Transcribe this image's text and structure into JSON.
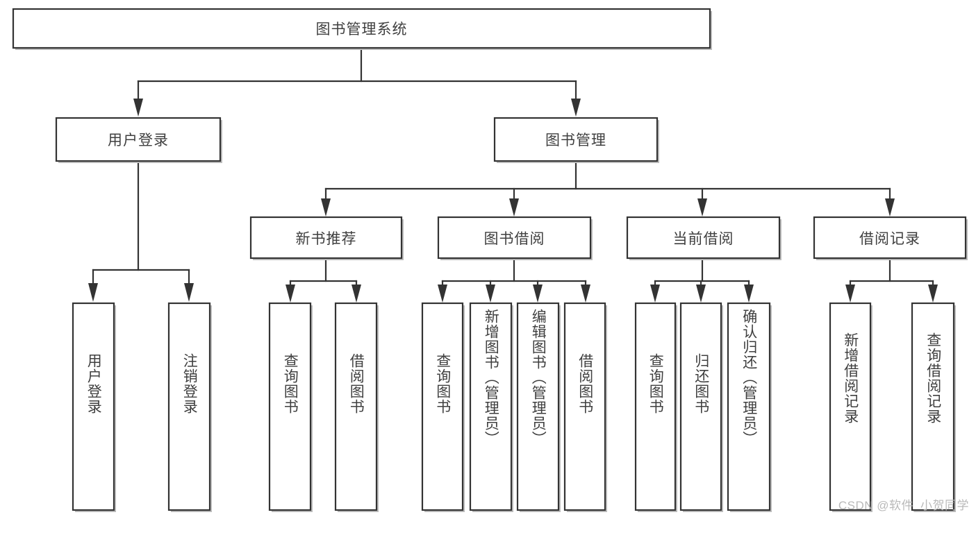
{
  "diagram": {
    "type": "tree-hierarchy-flowchart",
    "title": "图书管理系统",
    "root": {
      "id": "root",
      "label": "图书管理系统",
      "orientation": "horizontal"
    },
    "level1": [
      {
        "id": "user-login",
        "label": "用户登录",
        "orientation": "horizontal"
      },
      {
        "id": "book-manage",
        "label": "图书管理",
        "orientation": "horizontal"
      }
    ],
    "level2": [
      {
        "id": "new-book-recommend",
        "label": "新书推荐",
        "orientation": "horizontal",
        "parent": "book-manage"
      },
      {
        "id": "book-borrow",
        "label": "图书借阅",
        "orientation": "horizontal",
        "parent": "book-manage"
      },
      {
        "id": "current-borrow",
        "label": "当前借阅",
        "orientation": "horizontal",
        "parent": "book-manage"
      },
      {
        "id": "borrow-record",
        "label": "借阅记录",
        "orientation": "horizontal",
        "parent": "book-manage"
      }
    ],
    "leaves": [
      {
        "id": "leaf-user-login",
        "label": "用户登录",
        "orientation": "vertical",
        "parent": "user-login"
      },
      {
        "id": "leaf-logout-login",
        "label": "注销登录",
        "orientation": "vertical",
        "parent": "user-login"
      },
      {
        "id": "leaf-query-book-1",
        "label": "查询图书",
        "orientation": "vertical",
        "parent": "new-book-recommend"
      },
      {
        "id": "leaf-borrow-book-1",
        "label": "借阅图书",
        "orientation": "vertical",
        "parent": "new-book-recommend"
      },
      {
        "id": "leaf-query-book-2",
        "label": "查询图书",
        "orientation": "vertical",
        "parent": "book-borrow"
      },
      {
        "id": "leaf-add-book",
        "label": "新增图书（管理员）",
        "orientation": "vertical",
        "parent": "book-borrow"
      },
      {
        "id": "leaf-edit-book",
        "label": "编辑图书（管理员）",
        "orientation": "vertical",
        "parent": "book-borrow"
      },
      {
        "id": "leaf-borrow-book-2",
        "label": "借阅图书",
        "orientation": "vertical",
        "parent": "book-borrow"
      },
      {
        "id": "leaf-query-book-3",
        "label": "查询图书",
        "orientation": "vertical",
        "parent": "current-borrow"
      },
      {
        "id": "leaf-return-book",
        "label": "归还图书",
        "orientation": "vertical",
        "parent": "current-borrow"
      },
      {
        "id": "leaf-confirm-return",
        "label": "确认归还（管理员）",
        "orientation": "vertical",
        "parent": "current-borrow"
      },
      {
        "id": "leaf-add-record",
        "label": "新增借阅记录",
        "orientation": "vertical",
        "parent": "borrow-record"
      },
      {
        "id": "leaf-query-record",
        "label": "查询借阅记录",
        "orientation": "vertical",
        "parent": "borrow-record"
      }
    ],
    "colors": {
      "stroke": "#333333",
      "fill": "#ffffff",
      "text": "#3f3f3f",
      "shadow": "#bdbdbd",
      "watermark": "#b9b9b9",
      "background": "#ffffff"
    }
  },
  "watermark": {
    "text": "CSDN @软件_小贺同学"
  }
}
